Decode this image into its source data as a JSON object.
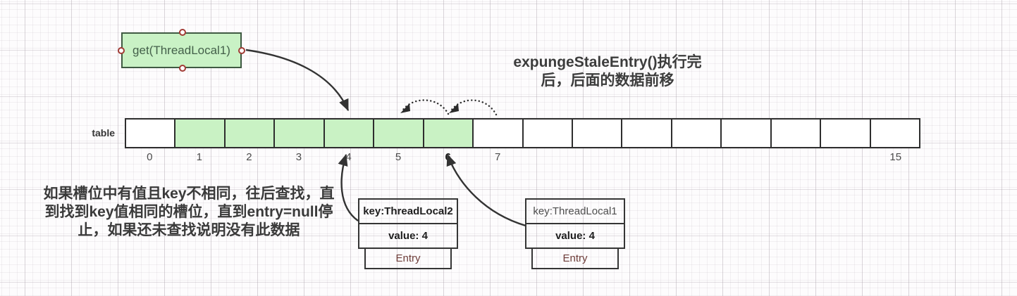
{
  "colors": {
    "slot_filled_fill": "#c9f2c4",
    "slot_empty_fill": "#ffffff",
    "get_box_fill": "#c9f2c5",
    "get_box_border": "#3f5a42",
    "entry_row_fill": "#f68c8c",
    "entry_tab_fill": "#f96262",
    "arrow_stroke": "#333333",
    "handle_border": "#a23b35"
  },
  "get_box": {
    "label": "get(ThreadLocal1)"
  },
  "title": {
    "line1": "expungeStaleEntry()执行完",
    "line2": "后，后面的数据前移"
  },
  "table": {
    "label": "table",
    "cells": [
      {
        "index": "0",
        "filled": false,
        "show_index": true,
        "bold": false
      },
      {
        "index": "1",
        "filled": true,
        "show_index": true,
        "bold": false
      },
      {
        "index": "2",
        "filled": true,
        "show_index": true,
        "bold": false
      },
      {
        "index": "3",
        "filled": true,
        "show_index": true,
        "bold": false
      },
      {
        "index": "4",
        "filled": true,
        "show_index": true,
        "bold": false
      },
      {
        "index": "5",
        "filled": true,
        "show_index": true,
        "bold": false
      },
      {
        "index": "6",
        "filled": true,
        "show_index": true,
        "bold": true
      },
      {
        "index": "7",
        "filled": false,
        "show_index": true,
        "bold": false
      },
      {
        "index": "8",
        "filled": false,
        "show_index": false,
        "bold": false
      },
      {
        "index": "9",
        "filled": false,
        "show_index": false,
        "bold": false
      },
      {
        "index": "10",
        "filled": false,
        "show_index": false,
        "bold": false
      },
      {
        "index": "11",
        "filled": false,
        "show_index": false,
        "bold": false
      },
      {
        "index": "12",
        "filled": false,
        "show_index": false,
        "bold": false
      },
      {
        "index": "13",
        "filled": false,
        "show_index": false,
        "bold": false
      },
      {
        "index": "14",
        "filled": false,
        "show_index": false,
        "bold": false
      },
      {
        "index": "15",
        "filled": false,
        "show_index": true,
        "bold": false
      }
    ]
  },
  "entries": [
    {
      "key": "key:ThreadLocal2",
      "value": "value: 4",
      "label": "Entry"
    },
    {
      "key": "key:ThreadLocal1",
      "value": "value: 4",
      "label": "Entry"
    }
  ],
  "note": {
    "line1": "如果槽位中有值且key不相同，往后查找，直",
    "line2": "到找到key值相同的槽位，直到entry=null停",
    "line3": "止，如果还未查找说明没有此数据"
  }
}
